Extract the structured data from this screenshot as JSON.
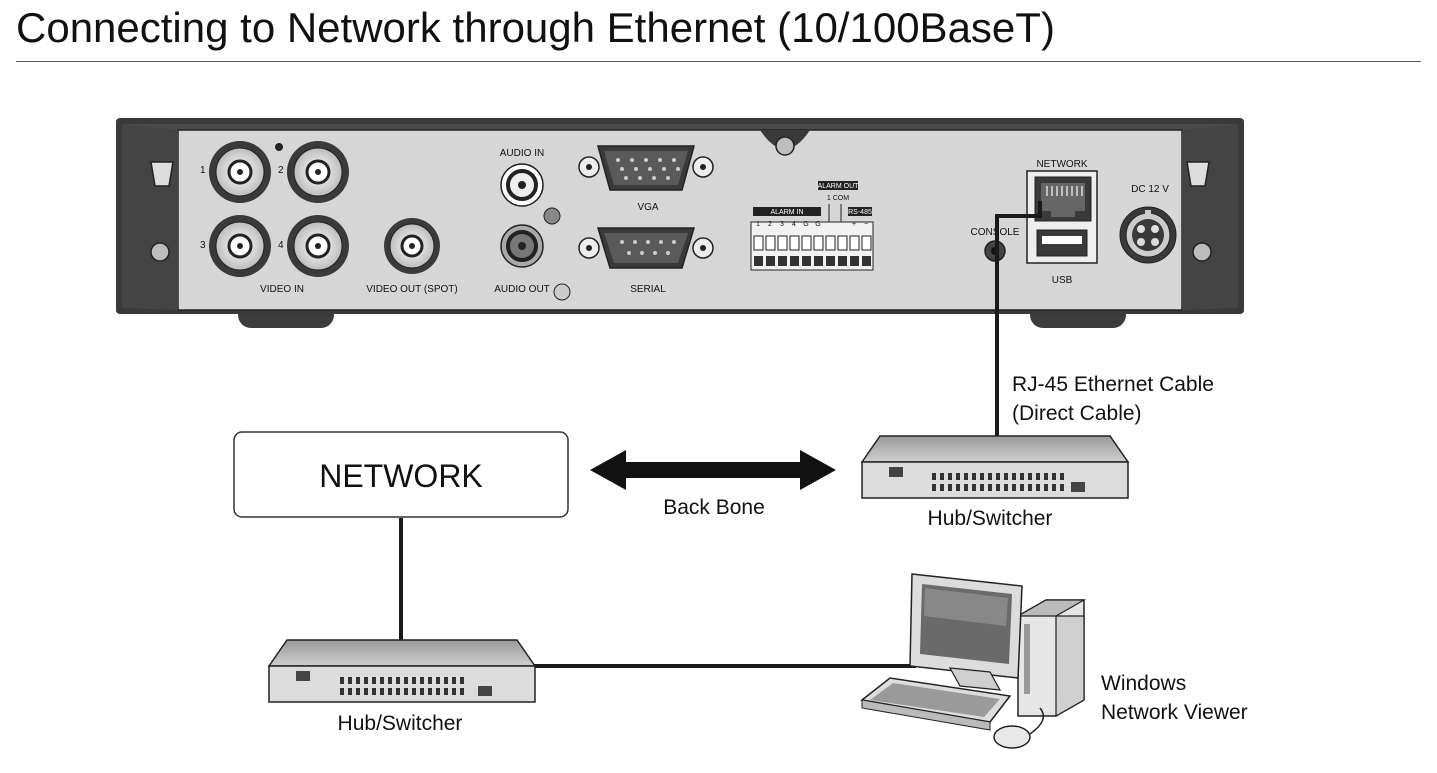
{
  "title": "Connecting to Network through Ethernet (10/100BaseT)",
  "dvr_panel": {
    "video_in_numbers": [
      "1",
      "2",
      "3",
      "4"
    ],
    "video_in": "VIDEO IN",
    "video_out_spot": "VIDEO OUT (SPOT)",
    "audio_in": "AUDIO IN",
    "audio_out": "AUDIO OUT",
    "vga": "VGA",
    "serial": "SERIAL",
    "alarm_in": "ALARM IN",
    "alarm_in_pins": [
      "1",
      "2",
      "3",
      "4",
      "G",
      "G"
    ],
    "alarm_out": "ALARM OUT",
    "alarm_out_pins": "1 COM",
    "rs485": "RS-485",
    "rs485_pins": [
      "+",
      "−"
    ],
    "console": "CONSOLE",
    "network": "NETWORK",
    "usb": "USB",
    "dc": "DC 12 V"
  },
  "labels": {
    "cable_line1": "RJ-45 Ethernet Cable",
    "cable_line2": "(Direct Cable)",
    "network_box": "NETWORK",
    "backbone": "Back Bone",
    "hub_right": "Hub/Switcher",
    "hub_left": "Hub/Switcher",
    "viewer_line1": "Windows",
    "viewer_line2": "Network Viewer"
  },
  "colors": {
    "panel_face": "#d6d6d6",
    "chassis": "#3a3a3a",
    "hub_body": "#dcdcdc",
    "line": "#1a1a1a"
  }
}
